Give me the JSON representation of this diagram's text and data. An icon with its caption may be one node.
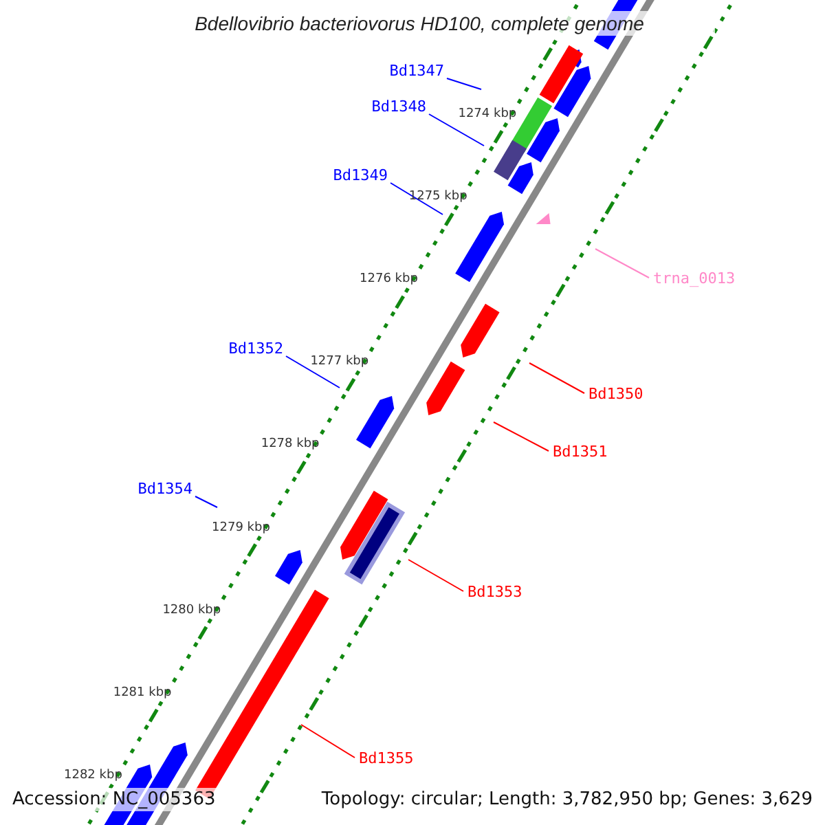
{
  "diagram": {
    "title": "Bdellovibrio bacteriovorus HD100, complete genome",
    "nodes": [
      {
        "text": [
          "Bd1347"
        ]
      },
      {
        "text": [
          "Bd1348"
        ]
      },
      {
        "text": [
          "Bd1349"
        ]
      },
      {
        "text": [
          "trna_0013"
        ]
      },
      {
        "text": [
          "Bd1352"
        ]
      },
      {
        "text": [
          "Bd1350"
        ]
      },
      {
        "text": [
          "Bd1351"
        ]
      },
      {
        "text": [
          "Bd1354"
        ]
      },
      {
        "text": [
          "Bd1353"
        ]
      },
      {
        "text": [
          "Bd1355"
        ]
      }
    ],
    "edges": [
      {
        "from": 0,
        "to": null,
        "arrow": "none",
        "color": "#0000ff"
      },
      {
        "from": 1,
        "to": null,
        "arrow": "none",
        "color": "#0000ff"
      },
      {
        "from": 2,
        "to": null,
        "arrow": "none",
        "color": "#0000ff"
      },
      {
        "from": 3,
        "to": null,
        "arrow": "none",
        "color": "#ff88c8"
      },
      {
        "from": 4,
        "to": null,
        "arrow": "none",
        "color": "#0000ff"
      },
      {
        "from": 5,
        "to": null,
        "arrow": "none",
        "color": "#ff0000"
      },
      {
        "from": 6,
        "to": null,
        "arrow": "none",
        "color": "#ff0000"
      },
      {
        "from": 7,
        "to": null,
        "arrow": "none",
        "color": "#0000ff"
      },
      {
        "from": 8,
        "to": null,
        "arrow": "none",
        "color": "#ff0000"
      },
      {
        "from": 9,
        "to": null,
        "arrow": "none",
        "color": "#ff0000"
      }
    ],
    "labels": [
      "1274 kbp",
      "1275 kbp",
      "1276 kbp",
      "1277 kbp",
      "1278 kbp",
      "1279 kbp",
      "1280 kbp",
      "1281 kbp",
      "1282 kbp",
      "Accession: NC_005363",
      "Topology: circular; Length: 3,782,950 bp; Genes: 3,629"
    ]
  }
}
